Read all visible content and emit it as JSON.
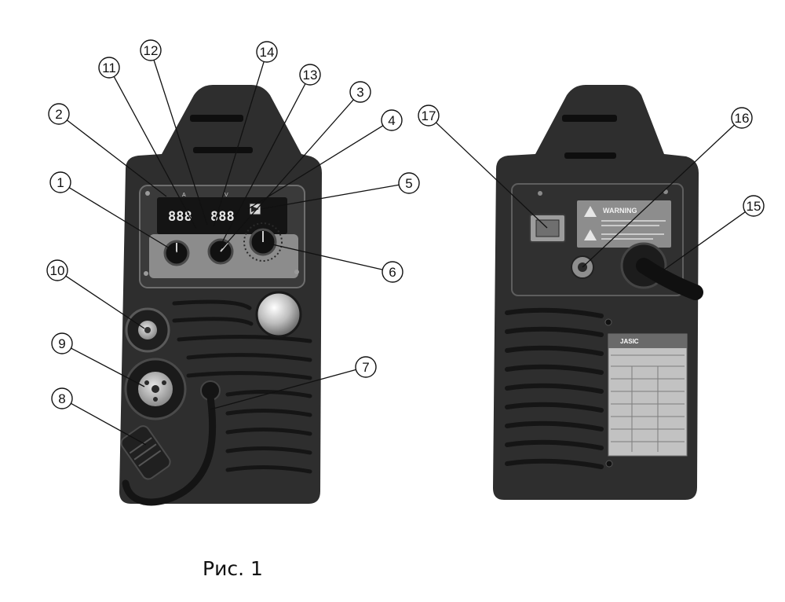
{
  "callouts": [
    "1",
    "2",
    "3",
    "4",
    "5",
    "6",
    "7",
    "8",
    "9",
    "10",
    "11",
    "12",
    "13",
    "14",
    "15",
    "16",
    "17"
  ],
  "caption": "Рис. 1",
  "front": {
    "display_left": "888",
    "display_right": "888",
    "label_a": "A",
    "label_v": "V"
  },
  "back": {
    "warning_label": "WARNING",
    "brand": "JASIC"
  }
}
